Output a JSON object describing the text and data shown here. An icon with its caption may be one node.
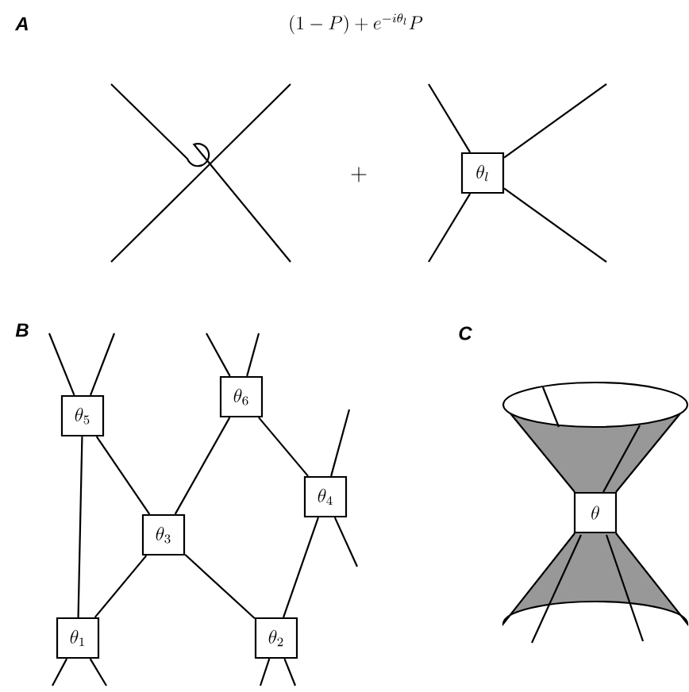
{
  "diagram": {
    "nodes": [
      {
        "text": [
          "\\theta_l"
        ]
      },
      {
        "text": [
          "\\theta_5"
        ]
      },
      {
        "text": [
          "\\theta_6"
        ]
      },
      {
        "text": [
          "\\theta_3"
        ]
      },
      {
        "text": [
          "\\theta_4"
        ]
      },
      {
        "text": [
          "\\theta_1"
        ]
      },
      {
        "text": [
          "\\theta_2"
        ]
      },
      {
        "text": [
          "\\theta"
        ]
      }
    ],
    "edges": [
      {
        "from": 1,
        "to": 3,
        "arrow": "none"
      },
      {
        "from": 1,
        "to": 5,
        "arrow": "none"
      },
      {
        "from": 2,
        "to": 3,
        "arrow": "none"
      },
      {
        "from": 2,
        "to": 4,
        "arrow": "none"
      },
      {
        "from": 3,
        "to": 5,
        "arrow": "none"
      },
      {
        "from": 3,
        "to": 6,
        "arrow": "none"
      },
      {
        "from": 4,
        "to": 6,
        "arrow": "none"
      },
      {
        "from": null,
        "to": 0,
        "arrow": "none"
      },
      {
        "from": null,
        "to": 0,
        "arrow": "none"
      },
      {
        "from": 0,
        "to": null,
        "arrow": "none"
      },
      {
        "from": 0,
        "to": null,
        "arrow": "none"
      },
      {
        "from": null,
        "to": 1,
        "arrow": "none"
      },
      {
        "from": null,
        "to": 1,
        "arrow": "none"
      },
      {
        "from": null,
        "to": 2,
        "arrow": "none"
      },
      {
        "from": null,
        "to": 2,
        "arrow": "none"
      },
      {
        "from": null,
        "to": 4,
        "arrow": "none"
      },
      {
        "from": 4,
        "to": null,
        "arrow": "none"
      },
      {
        "from": 5,
        "to": null,
        "arrow": "none"
      },
      {
        "from": 5,
        "to": null,
        "arrow": "none"
      },
      {
        "from": 6,
        "to": null,
        "arrow": "none"
      },
      {
        "from": 6,
        "to": null,
        "arrow": "none"
      }
    ],
    "labels": [
      "A",
      "(1-P)+e^{-i\\theta_l}P",
      "+",
      "B",
      "C"
    ]
  }
}
